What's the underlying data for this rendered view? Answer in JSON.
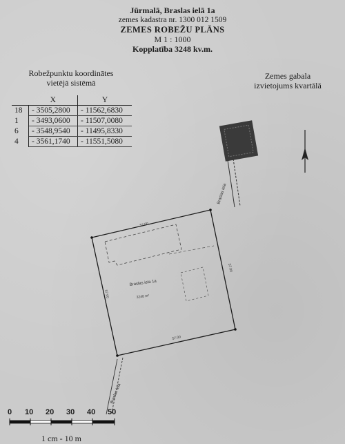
{
  "header": {
    "address": "Jūrmalā, Braslas ielā 1a",
    "cadastre": "zemes kadastra nr. 1300 012 1509",
    "title": "ZEMES ROBEŽU PLĀNS",
    "scale": "M 1 : 1000",
    "area": "Kopplatība 3248 kv.m."
  },
  "coordinates": {
    "title_line1": "Robežpunktu koordinātes",
    "title_line2": "vietējā sistēmā",
    "col_x": "X",
    "col_y": "Y",
    "rows": [
      {
        "point": "18",
        "x": "- 3505,2800",
        "y": "- 11562,6830"
      },
      {
        "point": "1",
        "x": "- 3493,0600",
        "y": "- 11507,0080"
      },
      {
        "point": "6",
        "x": "- 3548,9540",
        "y": "- 11495,8330"
      },
      {
        "point": "4",
        "x": "- 3561,1740",
        "y": "- 11551,5080"
      }
    ]
  },
  "inset": {
    "title_line1": "Zemes gabala",
    "title_line2": "izvietojums kvartālā"
  },
  "plot": {
    "street_label": "Braslas iela 1a",
    "area_label": "3248 m²",
    "side_top": "57.00",
    "side_right": "57.00",
    "side_bottom": "57.00",
    "side_left": "57.00",
    "road_label_1": "Braslas iela",
    "road_label_2": "Braslas iela"
  },
  "scalebar": {
    "ticks": [
      "0",
      "10",
      "20",
      "30",
      "40",
      "50"
    ],
    "note": "1 cm - 10 m"
  }
}
